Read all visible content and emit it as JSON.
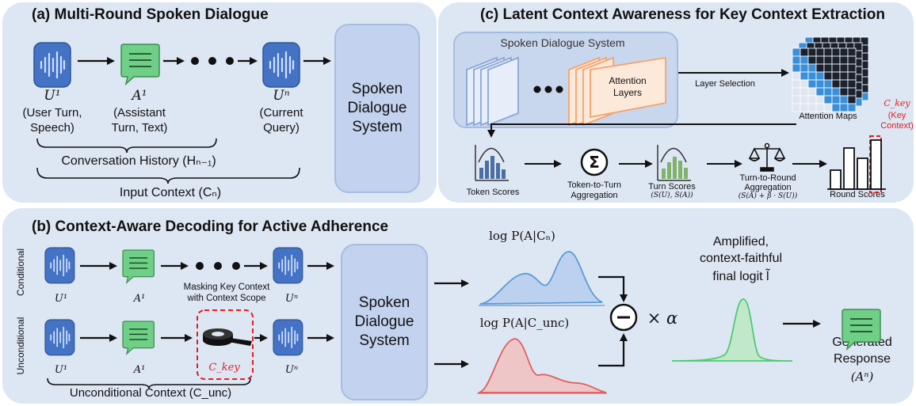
{
  "panel_a": {
    "title": "(a) Multi-Round Spoken Dialogue",
    "u1": "U¹",
    "u1_desc_l1": "(User Turn,",
    "u1_desc_l2": "Speech)",
    "a1": "A¹",
    "a1_desc_l1": "(Assistant",
    "a1_desc_l2": "Turn, Text)",
    "un": "Uⁿ",
    "un_desc_l1": "(Current",
    "un_desc_l2": "Query)",
    "history_label": "Conversation History (Hₙ₋₁)",
    "input_label": "Input Context (Cₙ)",
    "sds_l1": "Spoken",
    "sds_l2": "Dialogue",
    "sds_l3": "System"
  },
  "panel_c": {
    "title": "(c) Latent Context Awareness for Key Context Extraction",
    "sds_label": "Spoken Dialogue System",
    "attn_l1": "Attention",
    "attn_l2": "Layers",
    "layer_selection": "Layer Selection",
    "attention_maps": "Attention Maps",
    "ckey": "C_key",
    "ckey_l2": "(Key",
    "ckey_l3": "Context)",
    "token_scores": "Token Scores",
    "t2t_l1": "Token-to-Turn",
    "t2t_l2": "Aggregation",
    "turn_scores": "Turn Scores",
    "turn_scores_sub": "(S(U), S(A))",
    "t2r_l1": "Turn-to-Round",
    "t2r_l2": "Aggregation",
    "t2r_sub": "(S(A) + β · S(U))",
    "round_scores": "Round Scores"
  },
  "panel_b": {
    "title": "(b) Context-Aware Decoding for Active Adherence",
    "conditional": "Conditional",
    "unconditional": "Unconditional",
    "u1": "U¹",
    "a1": "A¹",
    "un": "Uⁿ",
    "mask_l1": "Masking Key Context",
    "mask_l2": "with Context Scope",
    "ckey": "C_key",
    "uncond_context": "Unconditional Context (C_unc)",
    "sds_l1": "Spoken",
    "sds_l2": "Dialogue",
    "sds_l3": "System",
    "logp_cond": "log P(A|Cₙ)",
    "logp_unc": "log P(A|C_unc)",
    "alpha": "× α",
    "amp_l1": "Amplified,",
    "amp_l2": "context-faithful",
    "amp_l3": "final logit l̃",
    "gen_l1": "Generated",
    "gen_l2": "Response",
    "gen_l3": "(Aⁿ)"
  },
  "colors": {
    "panel_bg": "#dde6f3",
    "speech_blue": "#4472c4",
    "text_green": "#6fcf86",
    "attention_orange": "#f4b183",
    "key_red": "#e02020",
    "cond_curve": "#5b9bd5",
    "unc_curve": "#e06060",
    "final_curve": "#4ccb6e"
  }
}
